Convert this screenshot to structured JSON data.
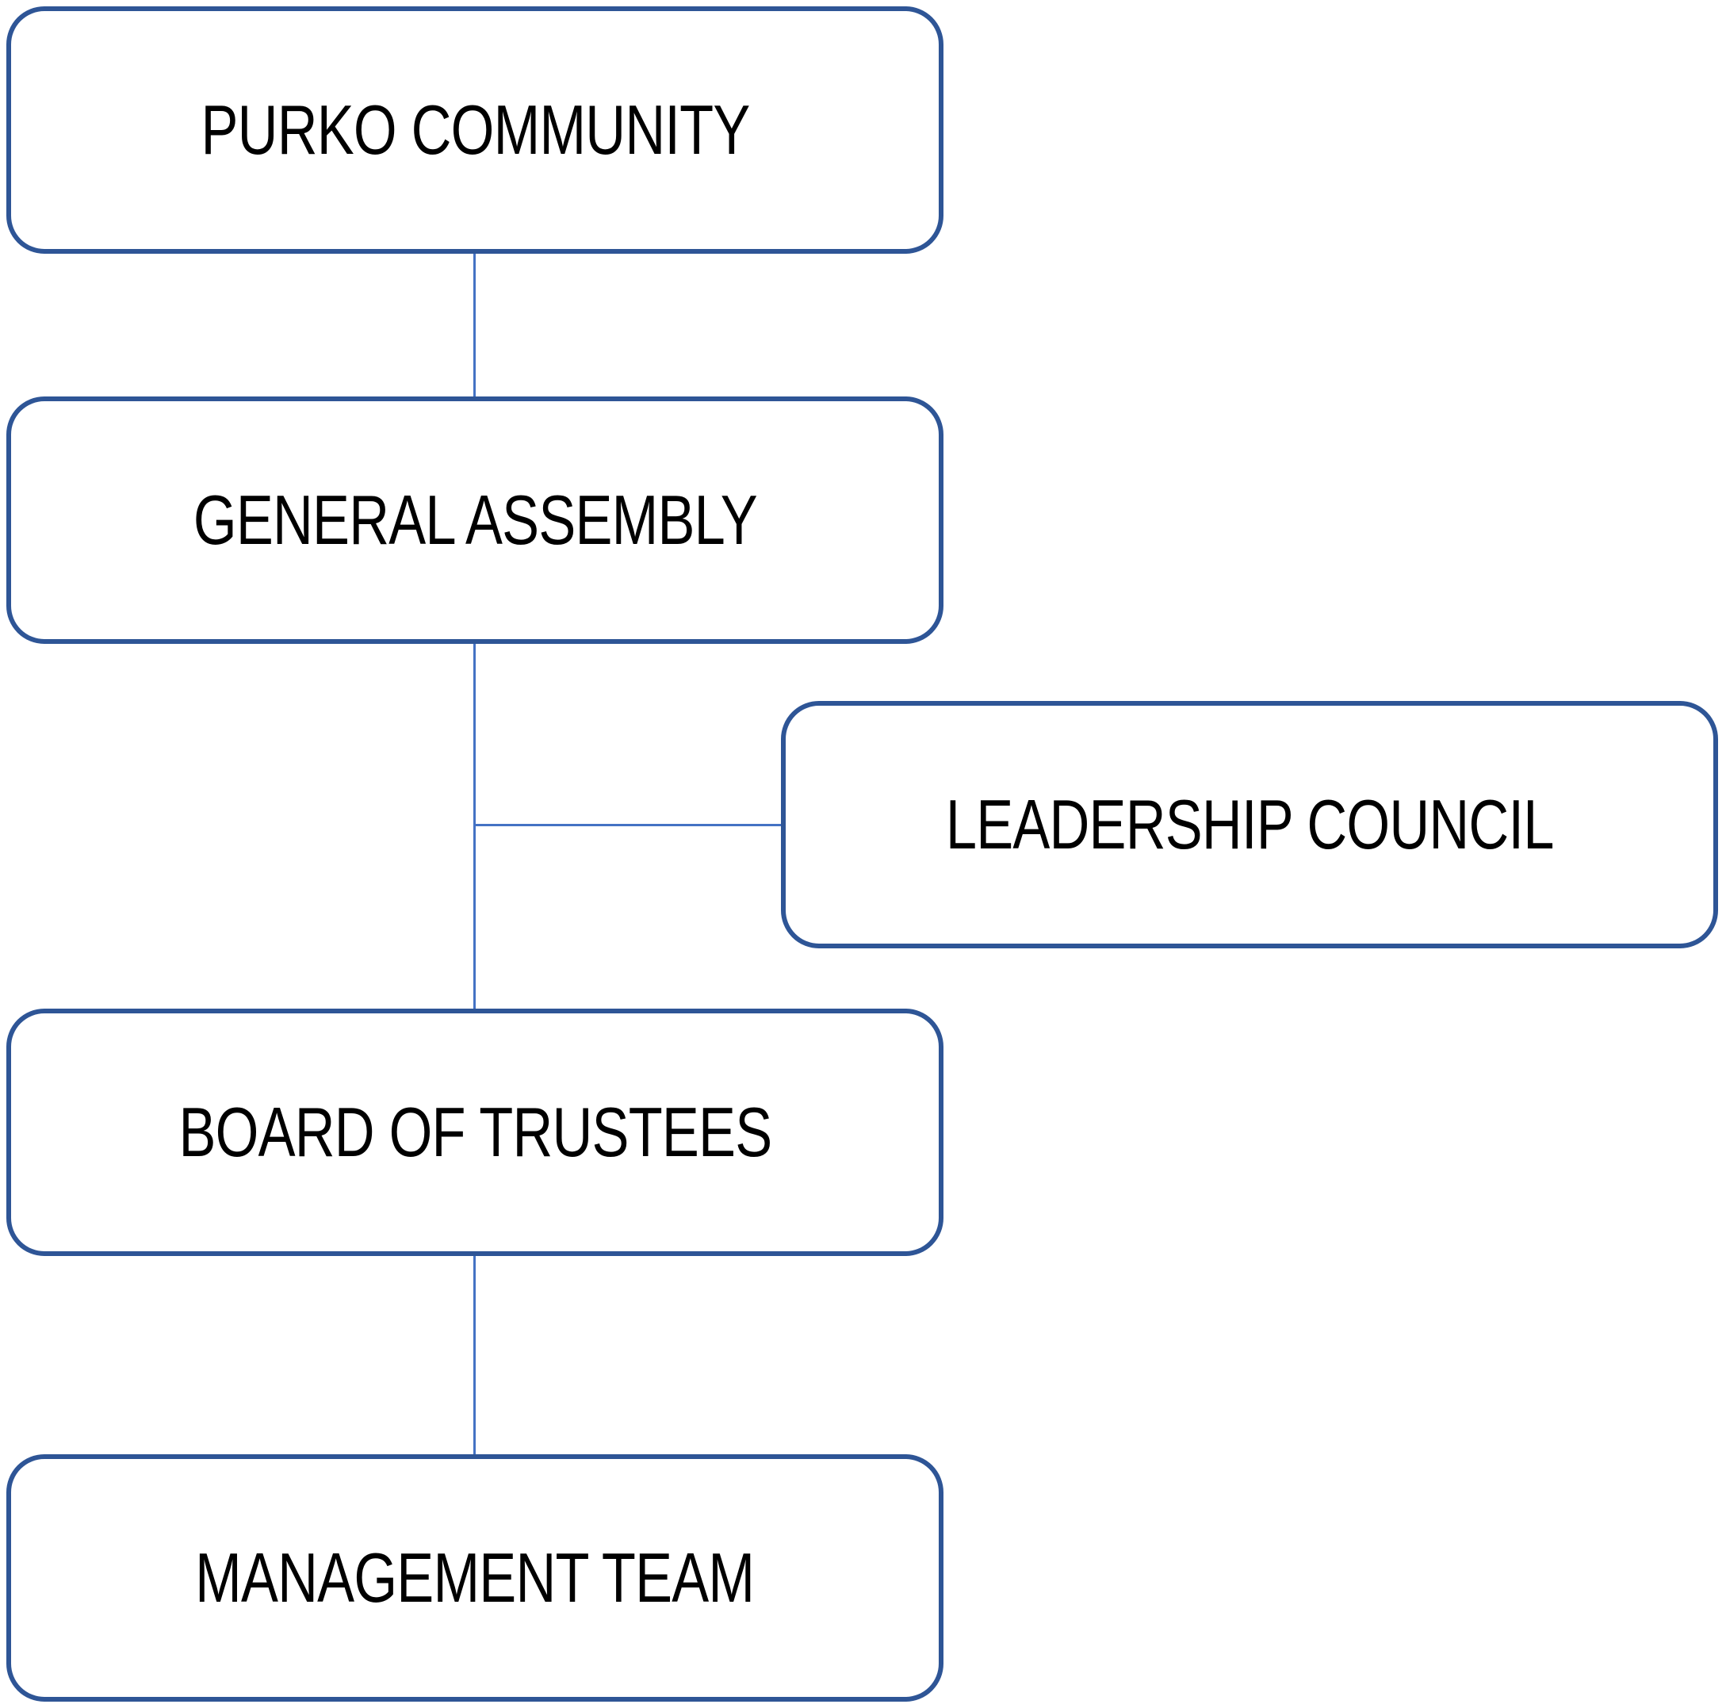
{
  "diagram": {
    "type": "org-chart",
    "nodes": [
      {
        "id": "purko-community",
        "label": "PURKO COMMUNITY"
      },
      {
        "id": "general-assembly",
        "label": "GENERAL ASSEMBLY"
      },
      {
        "id": "leadership-council",
        "label": "LEADERSHIP COUNCIL"
      },
      {
        "id": "board-of-trustees",
        "label": "BOARD OF TRUSTEES"
      },
      {
        "id": "management-team",
        "label": "MANAGEMENT TEAM"
      }
    ],
    "edges": [
      {
        "from": "purko-community",
        "to": "general-assembly"
      },
      {
        "from": "general-assembly",
        "to": "board-of-trustees"
      },
      {
        "from": "general-assembly",
        "to": "leadership-council"
      },
      {
        "from": "board-of-trustees",
        "to": "management-team"
      }
    ],
    "colors": {
      "box_border": "#2E5596",
      "connector": "#4472C4",
      "box_fill": "#FFFFFF",
      "text": "#000000",
      "background": "#FFFFFF"
    }
  }
}
